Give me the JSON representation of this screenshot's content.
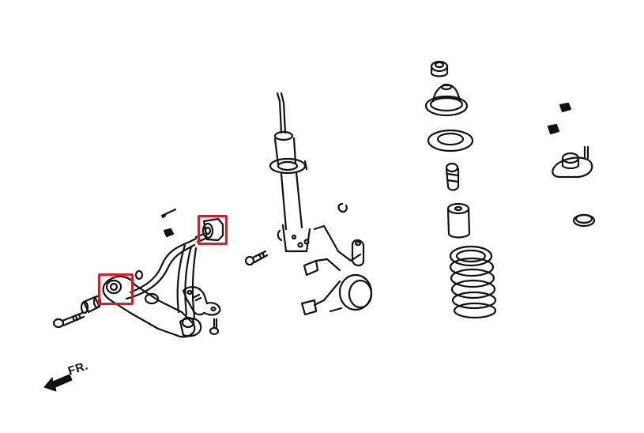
{
  "diagram": {
    "type": "exploded-parts-diagram",
    "subject": "front suspension assembly",
    "direction_indicator": {
      "label": "FR.",
      "arrow": "left-down"
    },
    "highlight_color": "#e01b24",
    "line_color": "#111111",
    "background": "#ffffff",
    "components": [
      {
        "id": "lower-control-arm",
        "label": ""
      },
      {
        "id": "control-arm-rear-bushing",
        "label": "",
        "highlighted": true
      },
      {
        "id": "control-arm-front-bushing",
        "label": "",
        "highlighted": true
      },
      {
        "id": "control-arm-bolt",
        "label": ""
      },
      {
        "id": "bushing-spacer",
        "label": ""
      },
      {
        "id": "stabilizer-bracket",
        "label": ""
      },
      {
        "id": "bracket-bolt",
        "label": ""
      },
      {
        "id": "small-nut",
        "label": ""
      },
      {
        "id": "cotter-pin",
        "label": ""
      },
      {
        "id": "strut-damper",
        "label": ""
      },
      {
        "id": "steering-knuckle",
        "label": ""
      },
      {
        "id": "knuckle-bolt",
        "label": ""
      },
      {
        "id": "clip",
        "label": ""
      },
      {
        "id": "top-nut-cap",
        "label": ""
      },
      {
        "id": "upper-spring-mount",
        "label": ""
      },
      {
        "id": "spring-seat-rubber",
        "label": ""
      },
      {
        "id": "bump-stop",
        "label": ""
      },
      {
        "id": "dust-boot",
        "label": ""
      },
      {
        "id": "coil-spring",
        "label": ""
      },
      {
        "id": "mount-nut-a",
        "label": ""
      },
      {
        "id": "mount-nut-b",
        "label": ""
      },
      {
        "id": "strut-top-mount",
        "label": ""
      },
      {
        "id": "bearing-ring",
        "label": ""
      }
    ]
  }
}
